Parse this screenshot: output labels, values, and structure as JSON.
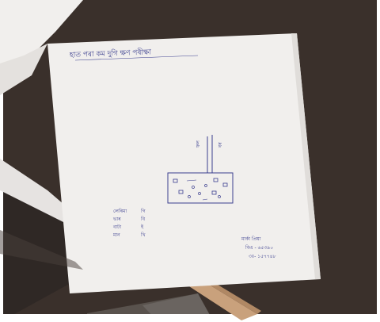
{
  "scene": {
    "description_hidden": "",
    "colors": {
      "table": "#3a302b",
      "table_dark": "#2a2320",
      "floor": "#59524d",
      "paper": "#f1efed",
      "paper_shadow": "#d9d6d3",
      "ink": "#3b3f8f",
      "stick": "#c9a17c"
    }
  },
  "sheet": {
    "heading": "হাত পৰা কম দুগি ক্ষণ পৰীক্ষা",
    "tags": {
      "flag_left": "ফল",
      "flag_right": "বৰ"
    },
    "legend": [
      {
        "key": "লেৰিমা",
        "val": "গি"
      },
      {
        "key": "ভাৰ",
        "val": "বি"
      },
      {
        "key": "বাটা",
        "val": "ই"
      },
      {
        "key": "মান",
        "val": "খি"
      }
    ],
    "signature": {
      "line1": "মাৰ্কা প্ৰিয়া",
      "line2": "বিএ - ৬৫৩৯০",
      "line3": "৩ঃ- ১৫৭৭৪৮"
    }
  }
}
